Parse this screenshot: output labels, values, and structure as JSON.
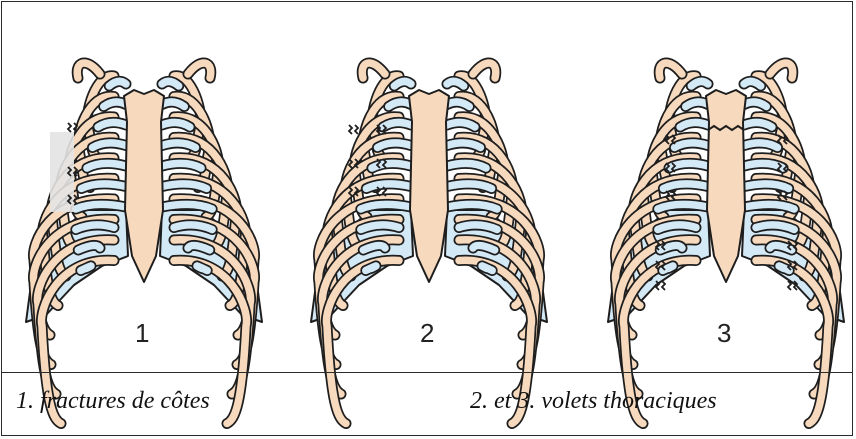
{
  "figures": [
    {
      "number": "1"
    },
    {
      "number": "2"
    },
    {
      "number": "3"
    }
  ],
  "captions": {
    "left": "1. fractures de côtes",
    "right": "2. et 3. volets thoraciques"
  },
  "colors": {
    "bone": "#f7d9bd",
    "cartilage": "#d4e9f6",
    "outline": "#1e1e1e",
    "shading": "#e3e3e3"
  }
}
